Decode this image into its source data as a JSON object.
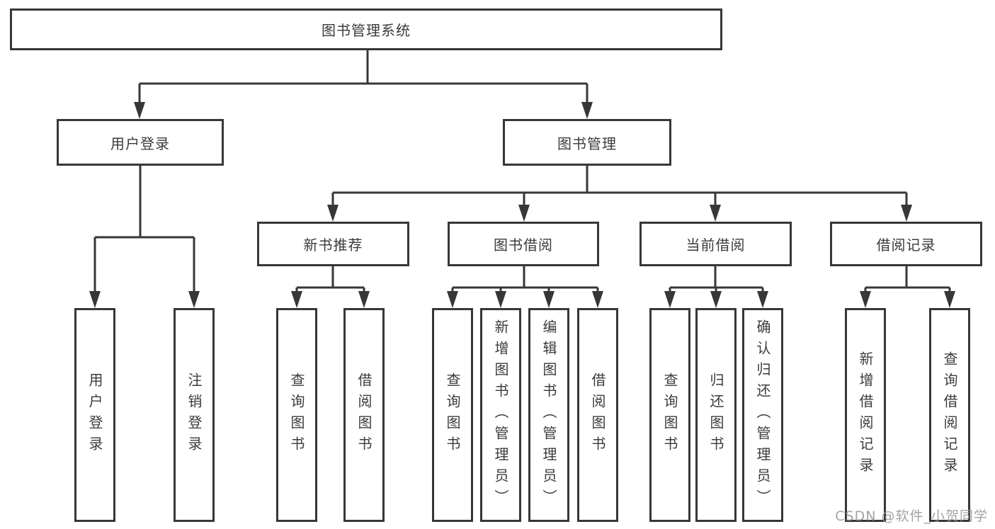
{
  "tree": {
    "label": "图书管理系统",
    "children": [
      {
        "label": "用户登录",
        "children": [
          {
            "label": "用户登录"
          },
          {
            "label": "注销登录"
          }
        ]
      },
      {
        "label": "图书管理",
        "children": [
          {
            "label": "新书推荐",
            "children": [
              {
                "label": "查询图书"
              },
              {
                "label": "借阅图书"
              }
            ]
          },
          {
            "label": "图书借阅",
            "children": [
              {
                "label": "查询图书"
              },
              {
                "label": "新增图书（管理员）"
              },
              {
                "label": "编辑图书（管理员）"
              },
              {
                "label": "借阅图书"
              }
            ]
          },
          {
            "label": "当前借阅",
            "children": [
              {
                "label": "查询图书"
              },
              {
                "label": "归还图书"
              },
              {
                "label": "确认归还（管理员）"
              }
            ]
          },
          {
            "label": "借阅记录",
            "children": [
              {
                "label": "新增借阅记录"
              },
              {
                "label": "查询借阅记录"
              }
            ]
          }
        ]
      }
    ]
  },
  "watermark": {
    "text": "CSDN @软件_小贺同学"
  },
  "colors": {
    "line": "#373737",
    "text": "#3b3b3b",
    "watermark": "#969696",
    "background": "#ffffff"
  }
}
